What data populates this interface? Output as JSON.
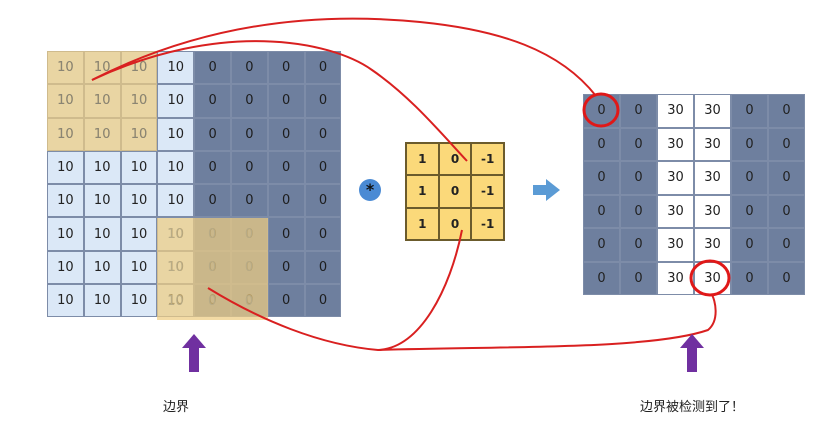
{
  "input_matrix": {
    "rows": [
      [
        "10",
        "10",
        "10",
        "10",
        "0",
        "0",
        "0",
        "0"
      ],
      [
        "10",
        "10",
        "10",
        "10",
        "0",
        "0",
        "0",
        "0"
      ],
      [
        "10",
        "10",
        "10",
        "10",
        "0",
        "0",
        "0",
        "0"
      ],
      [
        "10",
        "10",
        "10",
        "10",
        "0",
        "0",
        "0",
        "0"
      ],
      [
        "10",
        "10",
        "10",
        "10",
        "0",
        "0",
        "0",
        "0"
      ],
      [
        "10",
        "10",
        "10",
        "10",
        "0",
        "0",
        "0",
        "0"
      ],
      [
        "10",
        "10",
        "10",
        "10",
        "0",
        "0",
        "0",
        "0"
      ],
      [
        "10",
        "10",
        "10",
        "10",
        "0",
        "0",
        "0",
        "0"
      ]
    ]
  },
  "kernel": {
    "rows": [
      [
        "1",
        "0",
        "-1"
      ],
      [
        "1",
        "0",
        "-1"
      ],
      [
        "1",
        "0",
        "-1"
      ]
    ]
  },
  "operator_symbol": "*",
  "output_matrix": {
    "rows": [
      [
        "0",
        "0",
        "30",
        "30",
        "0",
        "0"
      ],
      [
        "0",
        "0",
        "30",
        "30",
        "0",
        "0"
      ],
      [
        "0",
        "0",
        "30",
        "30",
        "0",
        "0"
      ],
      [
        "0",
        "0",
        "30",
        "30",
        "0",
        "0"
      ],
      [
        "0",
        "0",
        "30",
        "30",
        "0",
        "0"
      ],
      [
        "0",
        "0",
        "30",
        "30",
        "0",
        "0"
      ]
    ]
  },
  "labels": {
    "edge": "边界",
    "detected": "边界被检测到了！"
  },
  "colors": {
    "light_cell": "#dbe8f7",
    "dark_cell": "#6e7f9e",
    "highlight": "#eecd82",
    "kernel": "#fbd97a",
    "line": "#d92020",
    "arrow_up": "#7030a0",
    "arrow_right": "#5b9bd5"
  }
}
